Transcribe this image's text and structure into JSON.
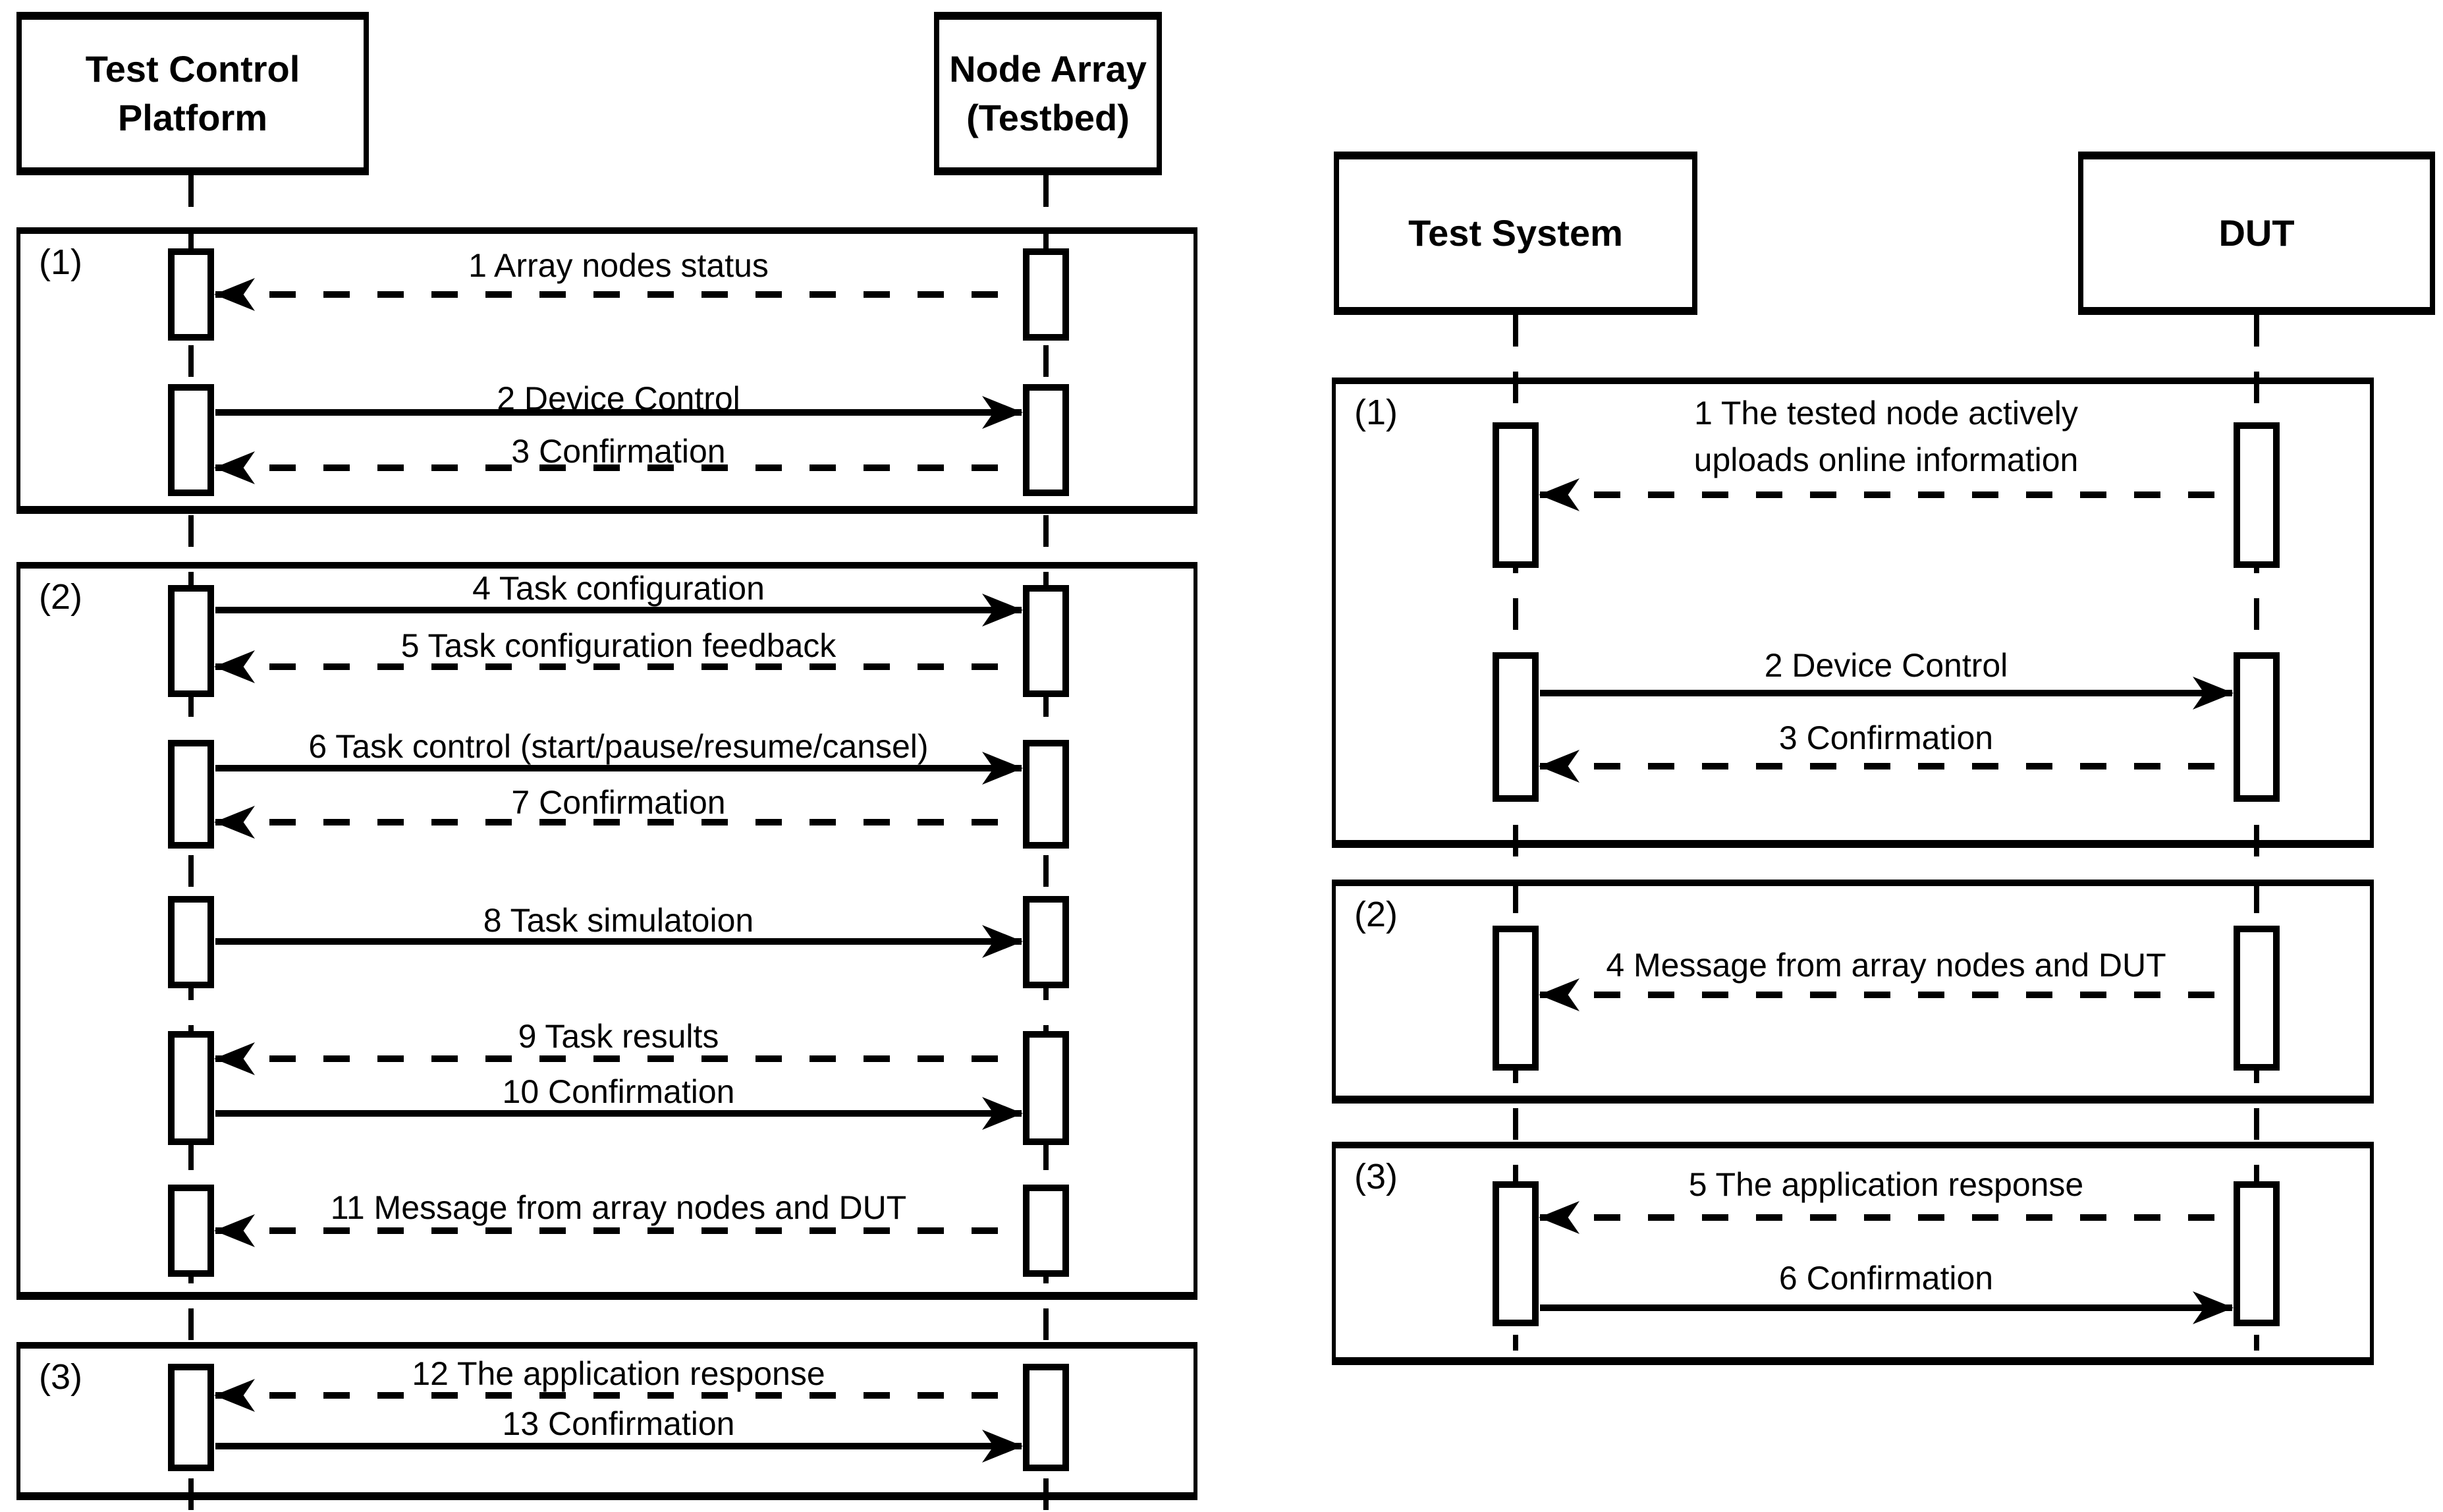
{
  "colors": {
    "ink": "#000000",
    "paper": "#ffffff"
  },
  "diagrams": {
    "left": {
      "actors": {
        "platform": {
          "label": "Test Control\nPlatform"
        },
        "testbed": {
          "label": "Node Array\n(Testbed)"
        }
      },
      "groups": {
        "g1": {
          "label": "(1)"
        },
        "g2": {
          "label": "(2)"
        },
        "g3": {
          "label": "(3)"
        }
      },
      "messages": {
        "m1": {
          "text": "1 Array nodes status",
          "direction": "left",
          "line_style": "dashed"
        },
        "m2": {
          "text": "2 Device Control",
          "direction": "right",
          "line_style": "solid"
        },
        "m3": {
          "text": "3 Confirmation",
          "direction": "left",
          "line_style": "dashed"
        },
        "m4": {
          "text": "4 Task configuration",
          "direction": "right",
          "line_style": "solid"
        },
        "m5": {
          "text": "5 Task configuration feedback",
          "direction": "left",
          "line_style": "dashed"
        },
        "m6": {
          "text": "6 Task control (start/pause/resume/cansel)",
          "direction": "right",
          "line_style": "solid"
        },
        "m7": {
          "text": "7 Confirmation",
          "direction": "left",
          "line_style": "dashed"
        },
        "m8": {
          "text": "8 Task simulatoion",
          "direction": "right",
          "line_style": "solid"
        },
        "m9": {
          "text": "9 Task results",
          "direction": "left",
          "line_style": "dashed"
        },
        "m10": {
          "text": "10 Confirmation",
          "direction": "right",
          "line_style": "solid"
        },
        "m11": {
          "text": "11 Message from array nodes and DUT",
          "direction": "left",
          "line_style": "dashed"
        },
        "m12": {
          "text": "12 The application response",
          "direction": "left",
          "line_style": "dashed"
        },
        "m13": {
          "text": "13 Confirmation",
          "direction": "right",
          "line_style": "solid"
        }
      }
    },
    "right": {
      "actors": {
        "test_system": {
          "label": "Test System"
        },
        "dut": {
          "label": "DUT"
        }
      },
      "groups": {
        "g1": {
          "label": "(1)"
        },
        "g2": {
          "label": "(2)"
        },
        "g3": {
          "label": "(3)"
        }
      },
      "messages": {
        "m1": {
          "text": "1 The tested node actively\nuploads online information",
          "direction": "left",
          "line_style": "dashed"
        },
        "m2": {
          "text": "2 Device Control",
          "direction": "right",
          "line_style": "solid"
        },
        "m3": {
          "text": "3 Confirmation",
          "direction": "left",
          "line_style": "dashed"
        },
        "m4": {
          "text": "4 Message from array nodes and DUT",
          "direction": "left",
          "line_style": "dashed"
        },
        "m5": {
          "text": "5 The application response",
          "direction": "left",
          "line_style": "dashed"
        },
        "m6": {
          "text": "6 Confirmation",
          "direction": "right",
          "line_style": "solid"
        }
      }
    }
  }
}
